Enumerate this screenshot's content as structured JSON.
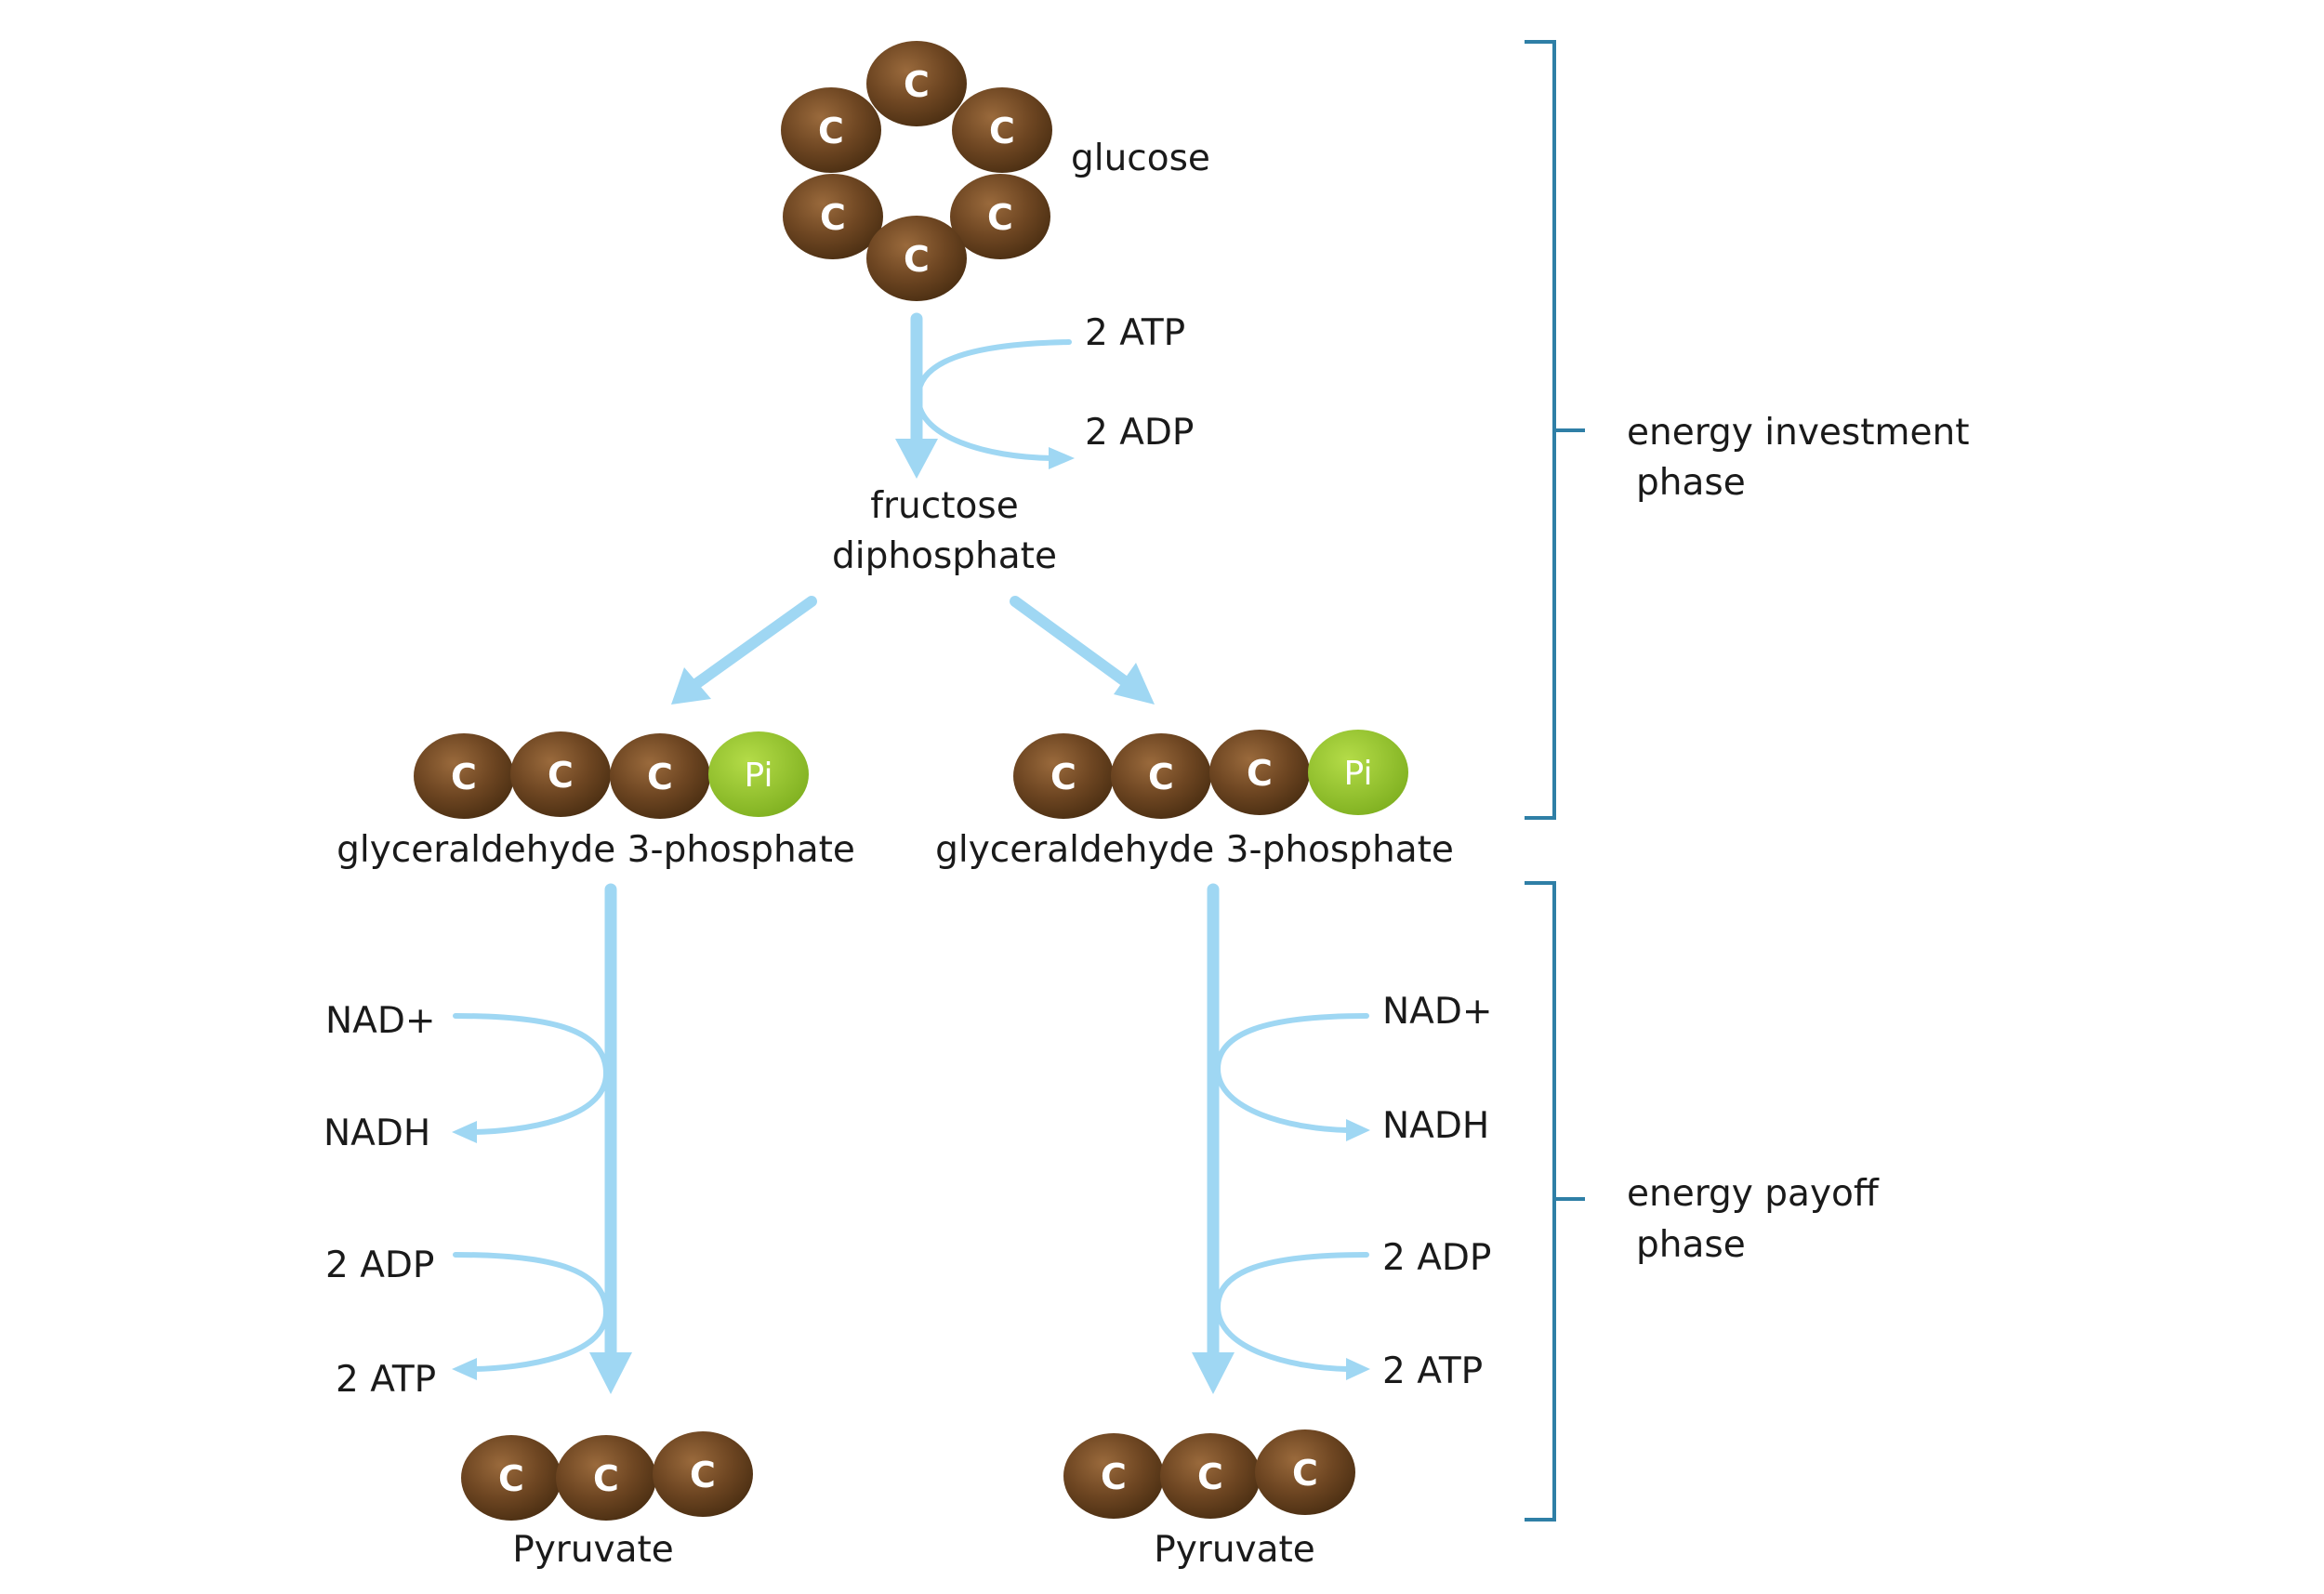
{
  "colors": {
    "carbon": "#5e3c1c",
    "carbon_highlight": "#9a6a3c",
    "phosphate": "#8fc42a",
    "arrow": "#9fd7f3",
    "bracket": "#2f7fa6",
    "text": "#1a1a1a"
  },
  "atom_symbol": "C",
  "phosphate_symbol": "Pi",
  "molecules": {
    "glucose": "glucose",
    "fructose_line1": "fructose",
    "fructose_line2": "diphosphate",
    "g3p_left": "glyceraldehyde 3-phosphate",
    "g3p_right": "glyceraldehyde 3-phosphate",
    "pyruvate_left": "Pyruvate",
    "pyruvate_right": "Pyruvate"
  },
  "investment_side": {
    "input": "2 ATP",
    "output": "2 ADP"
  },
  "payoff_left": {
    "nad_in": "NAD+",
    "nad_out": "NADH",
    "adp_in": "2 ADP",
    "atp_out": "2 ATP"
  },
  "payoff_right": {
    "nad_in": "NAD+",
    "nad_out": "NADH",
    "adp_in": "2 ADP",
    "atp_out": "2 ATP"
  },
  "phases": {
    "investment_line1": "energy investment",
    "investment_line2": "phase",
    "payoff_line1": "energy payoff",
    "payoff_line2": "phase"
  }
}
